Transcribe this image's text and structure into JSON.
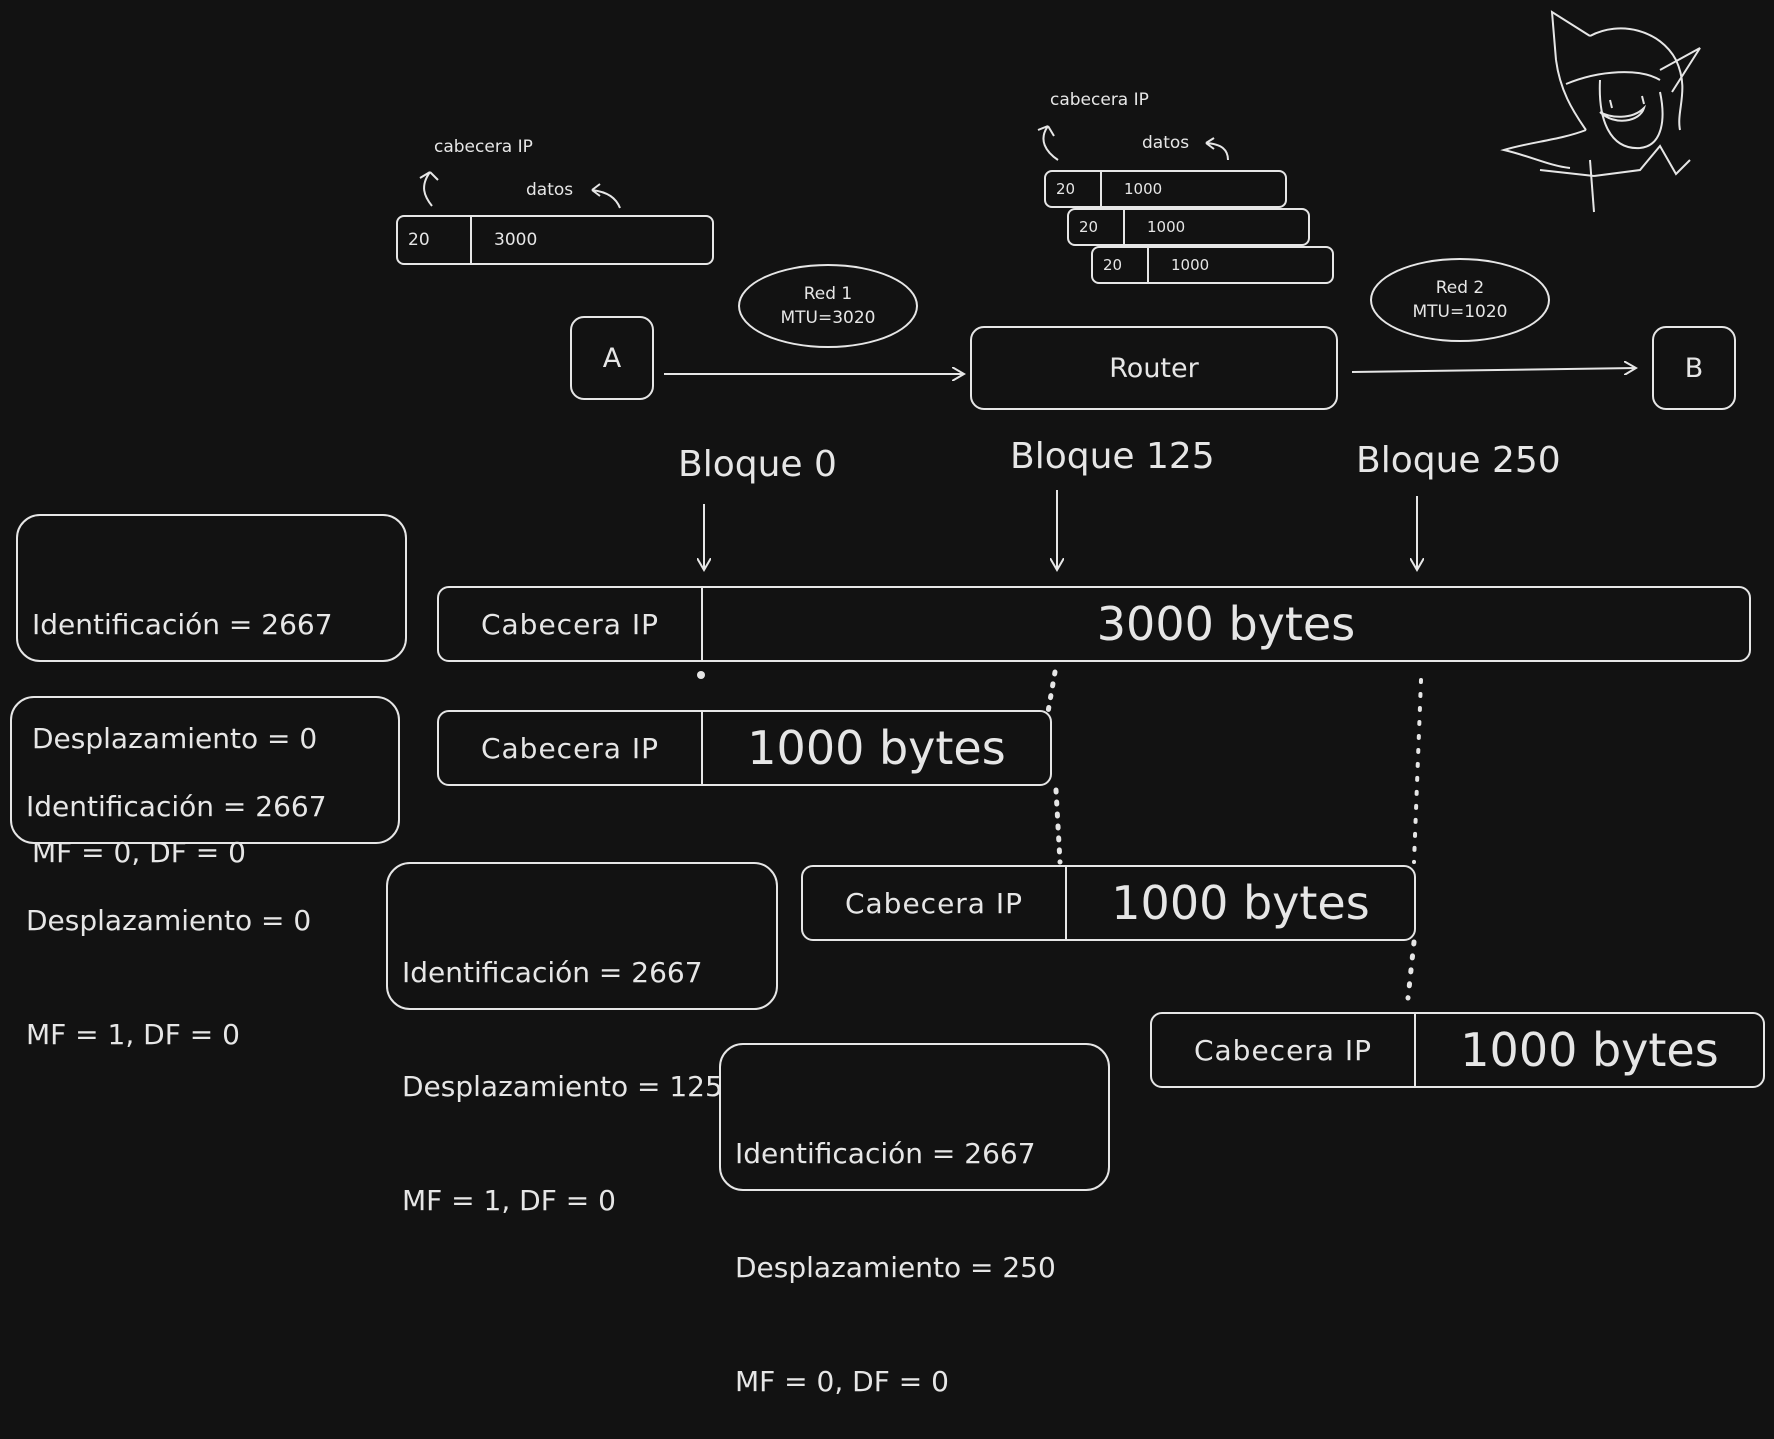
{
  "top_original_packet": {
    "header_annotation": "cabecera IP",
    "data_annotation": "datos",
    "header_value": "20",
    "data_value": "3000"
  },
  "top_fragments": {
    "header_annotation": "cabecera IP",
    "data_annotation": "datos",
    "rows": [
      {
        "header_value": "20",
        "data_value": "1000"
      },
      {
        "header_value": "20",
        "data_value": "1000"
      },
      {
        "header_value": "20",
        "data_value": "1000"
      }
    ]
  },
  "network": {
    "host_a": "A",
    "host_b": "B",
    "router": "Router",
    "red1": {
      "name": "Red 1",
      "mtu": "MTU=3020"
    },
    "red2": {
      "name": "Red 2",
      "mtu": "MTU=1020"
    }
  },
  "blocks": {
    "block0": "Bloque 0",
    "block125": "Bloque 125",
    "block250": "Bloque 250"
  },
  "fragments": [
    {
      "header": "Cabecera IP",
      "data": "3000 bytes"
    },
    {
      "header": "Cabecera IP",
      "data": "1000 bytes"
    },
    {
      "header": "Cabecera IP",
      "data": "1000 bytes"
    },
    {
      "header": "Cabecera IP",
      "data": "1000 bytes"
    }
  ],
  "info_boxes": [
    {
      "line1": "Identificación = 2667",
      "line2": "Desplazamiento = 0",
      "line3": "MF = 0, DF = 0"
    },
    {
      "line1": "Identificación = 2667",
      "line2": "Desplazamiento = 0",
      "line3": "MF = 1, DF = 0"
    },
    {
      "line1": "Identificación = 2667",
      "line2": "Desplazamiento = 125",
      "line3": "MF = 1, DF = 0"
    },
    {
      "line1": "Identificación = 2667",
      "line2": "Desplazamiento = 250",
      "line3": "MF = 0, DF = 0"
    }
  ]
}
